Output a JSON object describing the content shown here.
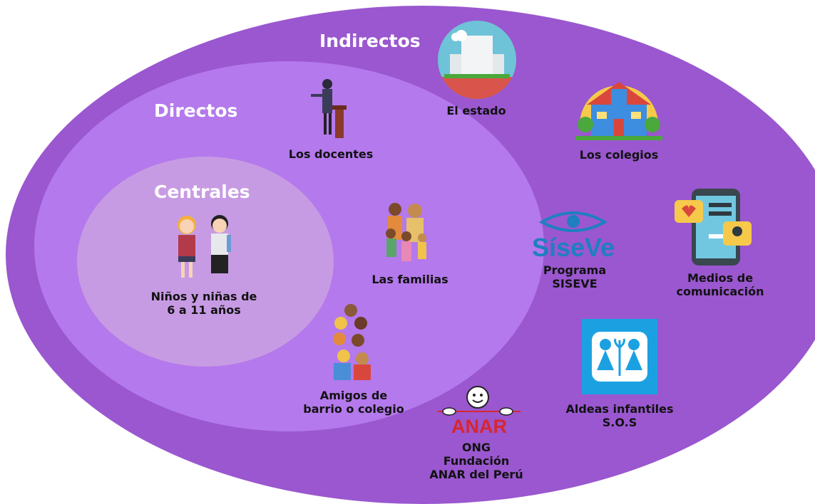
{
  "zones": {
    "indirectos": "Indirectos",
    "directos": "Directos",
    "centrales": "Centrales"
  },
  "actors": {
    "estado": [
      "El estado"
    ],
    "docentes": [
      "Los docentes"
    ],
    "colegios": [
      "Los colegios"
    ],
    "ninos": [
      "Niños y niñas de",
      "6 a 11 años"
    ],
    "familias": [
      "Las familias"
    ],
    "siseve": [
      "Programa",
      "SISEVE"
    ],
    "medios": [
      "Medios de",
      "comunicación"
    ],
    "amigos": [
      "Amigos de",
      "barrio o colegio"
    ],
    "anar": [
      "ONG",
      "Fundación",
      "ANAR del Perú"
    ],
    "aldeas": [
      "Aldeas infantiles",
      "S.O.S"
    ]
  },
  "logos": {
    "siseve": "SíseVe",
    "anar": "ANAR"
  },
  "colors": {
    "outer": "#9a57cf",
    "middle": "#b479ec",
    "inner": "#c79be3",
    "sos_blue": "#1ba1e2",
    "anar_red": "#d7262e",
    "siseve_blue": "#1f7fc0"
  }
}
